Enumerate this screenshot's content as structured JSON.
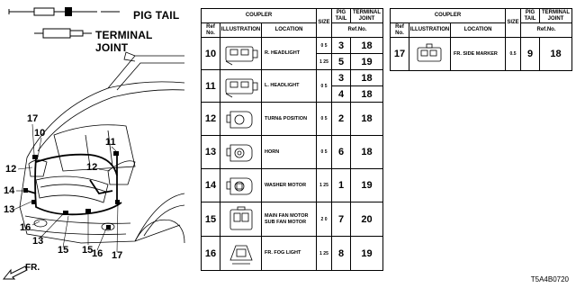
{
  "legend": {
    "pig_tail": "PIG TAIL",
    "terminal_joint": "TERMINAL JOINT"
  },
  "headers": {
    "coupler": "COUPLER",
    "ref_no": "Ref No.",
    "illustration": "ILLUSTRATION",
    "location": "LOCATION",
    "size": "SIZE",
    "pig_tail": "PIG TAIL",
    "terminal_joint": "TERMINAL JOINT",
    "ref_no_right": "Ref.No."
  },
  "table1_rows": [
    {
      "ref": "10",
      "location": "R. HEADLIGHT",
      "size": "0 5",
      "pig": "3",
      "tj": "18"
    },
    {
      "ref": "",
      "location": "",
      "size": "1 25",
      "pig": "5",
      "tj": "19"
    },
    {
      "ref": "11",
      "location": "L. HEADLIGHT",
      "size": "0 5",
      "pig": "3",
      "tj": "18"
    },
    {
      "ref": "",
      "location": "",
      "size": "",
      "pig": "4",
      "tj": "18"
    },
    {
      "ref": "12",
      "location": "TURN& POSITION",
      "size": "0 5",
      "pig": "2",
      "tj": "18"
    },
    {
      "ref": "13",
      "location": "HORN",
      "size": "0 5",
      "pig": "6",
      "tj": "18"
    },
    {
      "ref": "14",
      "location": "WASHER MOTOR",
      "size": "1 25",
      "pig": "1",
      "tj": "19"
    },
    {
      "ref": "15",
      "location": "MAIN FAN MOTOR SUB FAN MOTOR",
      "size": "2 0",
      "pig": "7",
      "tj": "20"
    },
    {
      "ref": "16",
      "location": "FR. FOG LIGHT",
      "size": "1 25",
      "pig": "8",
      "tj": "19"
    }
  ],
  "table2_rows": [
    {
      "ref": "17",
      "location": "FR. SIDE MARKER",
      "size": "0.5",
      "pig": "9",
      "tj": "18"
    }
  ],
  "callouts": {
    "c17": "17",
    "c10": "10",
    "c11": "11",
    "c12a": "12",
    "c12b": "12",
    "c14": "14",
    "c13a": "13",
    "c16a": "16",
    "c13b": "13",
    "c15a": "15",
    "c15b": "15",
    "c16b": "16",
    "c17b": "17"
  },
  "direction_label": "FR.",
  "part_number": "T5A4B0720"
}
